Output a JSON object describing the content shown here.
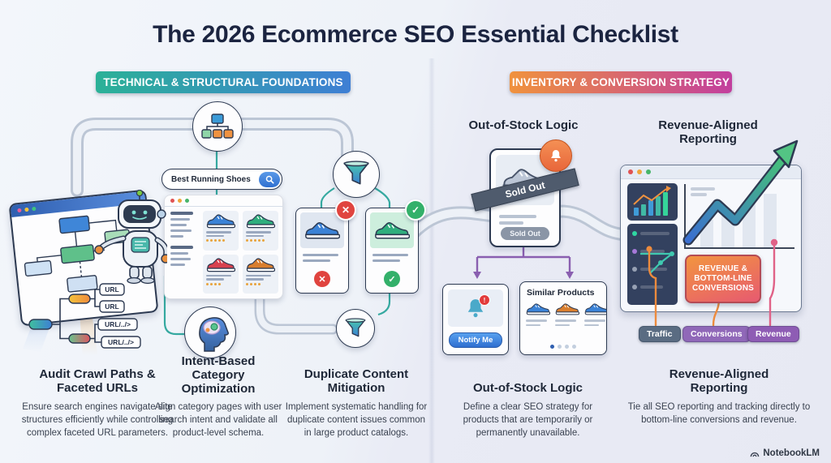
{
  "title": "The 2026 Ecommerce SEO Essential Checklist",
  "section_badges": {
    "left": "TECHNICAL & STRUCTURAL FOUNDATIONS",
    "right": "INVENTORY & CONVERSION STRATEGY"
  },
  "search_bar": {
    "value": "Best Running Shoes"
  },
  "url_tree": {
    "labels": [
      "URL",
      "URL",
      "URL/../>",
      "URL/../>"
    ]
  },
  "out_of_stock": {
    "heading": "Out-of-Stock Logic",
    "sold_out_banner": "Sold Out",
    "sold_out_button": "Sold Out",
    "notify_button": "Notify Me",
    "similar_products_title": "Similar Products"
  },
  "revenue_reporting": {
    "heading": "Revenue-Aligned Reporting",
    "callout_lines": [
      "REVENUE &",
      "BOTTOM-LINE",
      "CONVERSIONS"
    ],
    "tags": [
      "Traffic",
      "Conversions",
      "Revenue"
    ]
  },
  "checklist": [
    {
      "title": "Audit Crawl Paths & Faceted URLs",
      "body": "Ensure search engines navigate site structures efficiently while controlling complex faceted URL parameters."
    },
    {
      "title": "Intent-Based Category Optimization",
      "body": "Align category pages with user search intent and validate all product-level schema."
    },
    {
      "title": "Duplicate Content Mitigation",
      "body": "Implement systematic handling for duplicate content issues common in large product catalogs."
    },
    {
      "title": "Out-of-Stock Logic",
      "body": "Define a clear SEO strategy for products that are temporarily or permanently unavailable."
    },
    {
      "title": "Revenue-Aligned Reporting",
      "body": "Tie all SEO reporting and tracking directly to bottom-line conversions and revenue."
    }
  ],
  "icons": {
    "check": "✓",
    "cross": "✕",
    "alert": "!"
  },
  "watermark": "NotebookLM",
  "colors": {
    "title_navy": "#1b2440",
    "badge_left_start": "#2bb197",
    "badge_left_end": "#3e7fd4",
    "badge_right_start": "#f0923d",
    "badge_right_end": "#c23f9e",
    "accent_teal": "#35a9a0",
    "accent_purple": "#8a5fb0",
    "accent_orange": "#ed8b3d",
    "accent_pink": "#e06287",
    "callout_start": "#f2953f",
    "callout_end": "#e75a70",
    "tag_traffic": "#5a6c82",
    "tag_conversions": "#9068b8",
    "tag_revenue": "#8e5cb4"
  }
}
